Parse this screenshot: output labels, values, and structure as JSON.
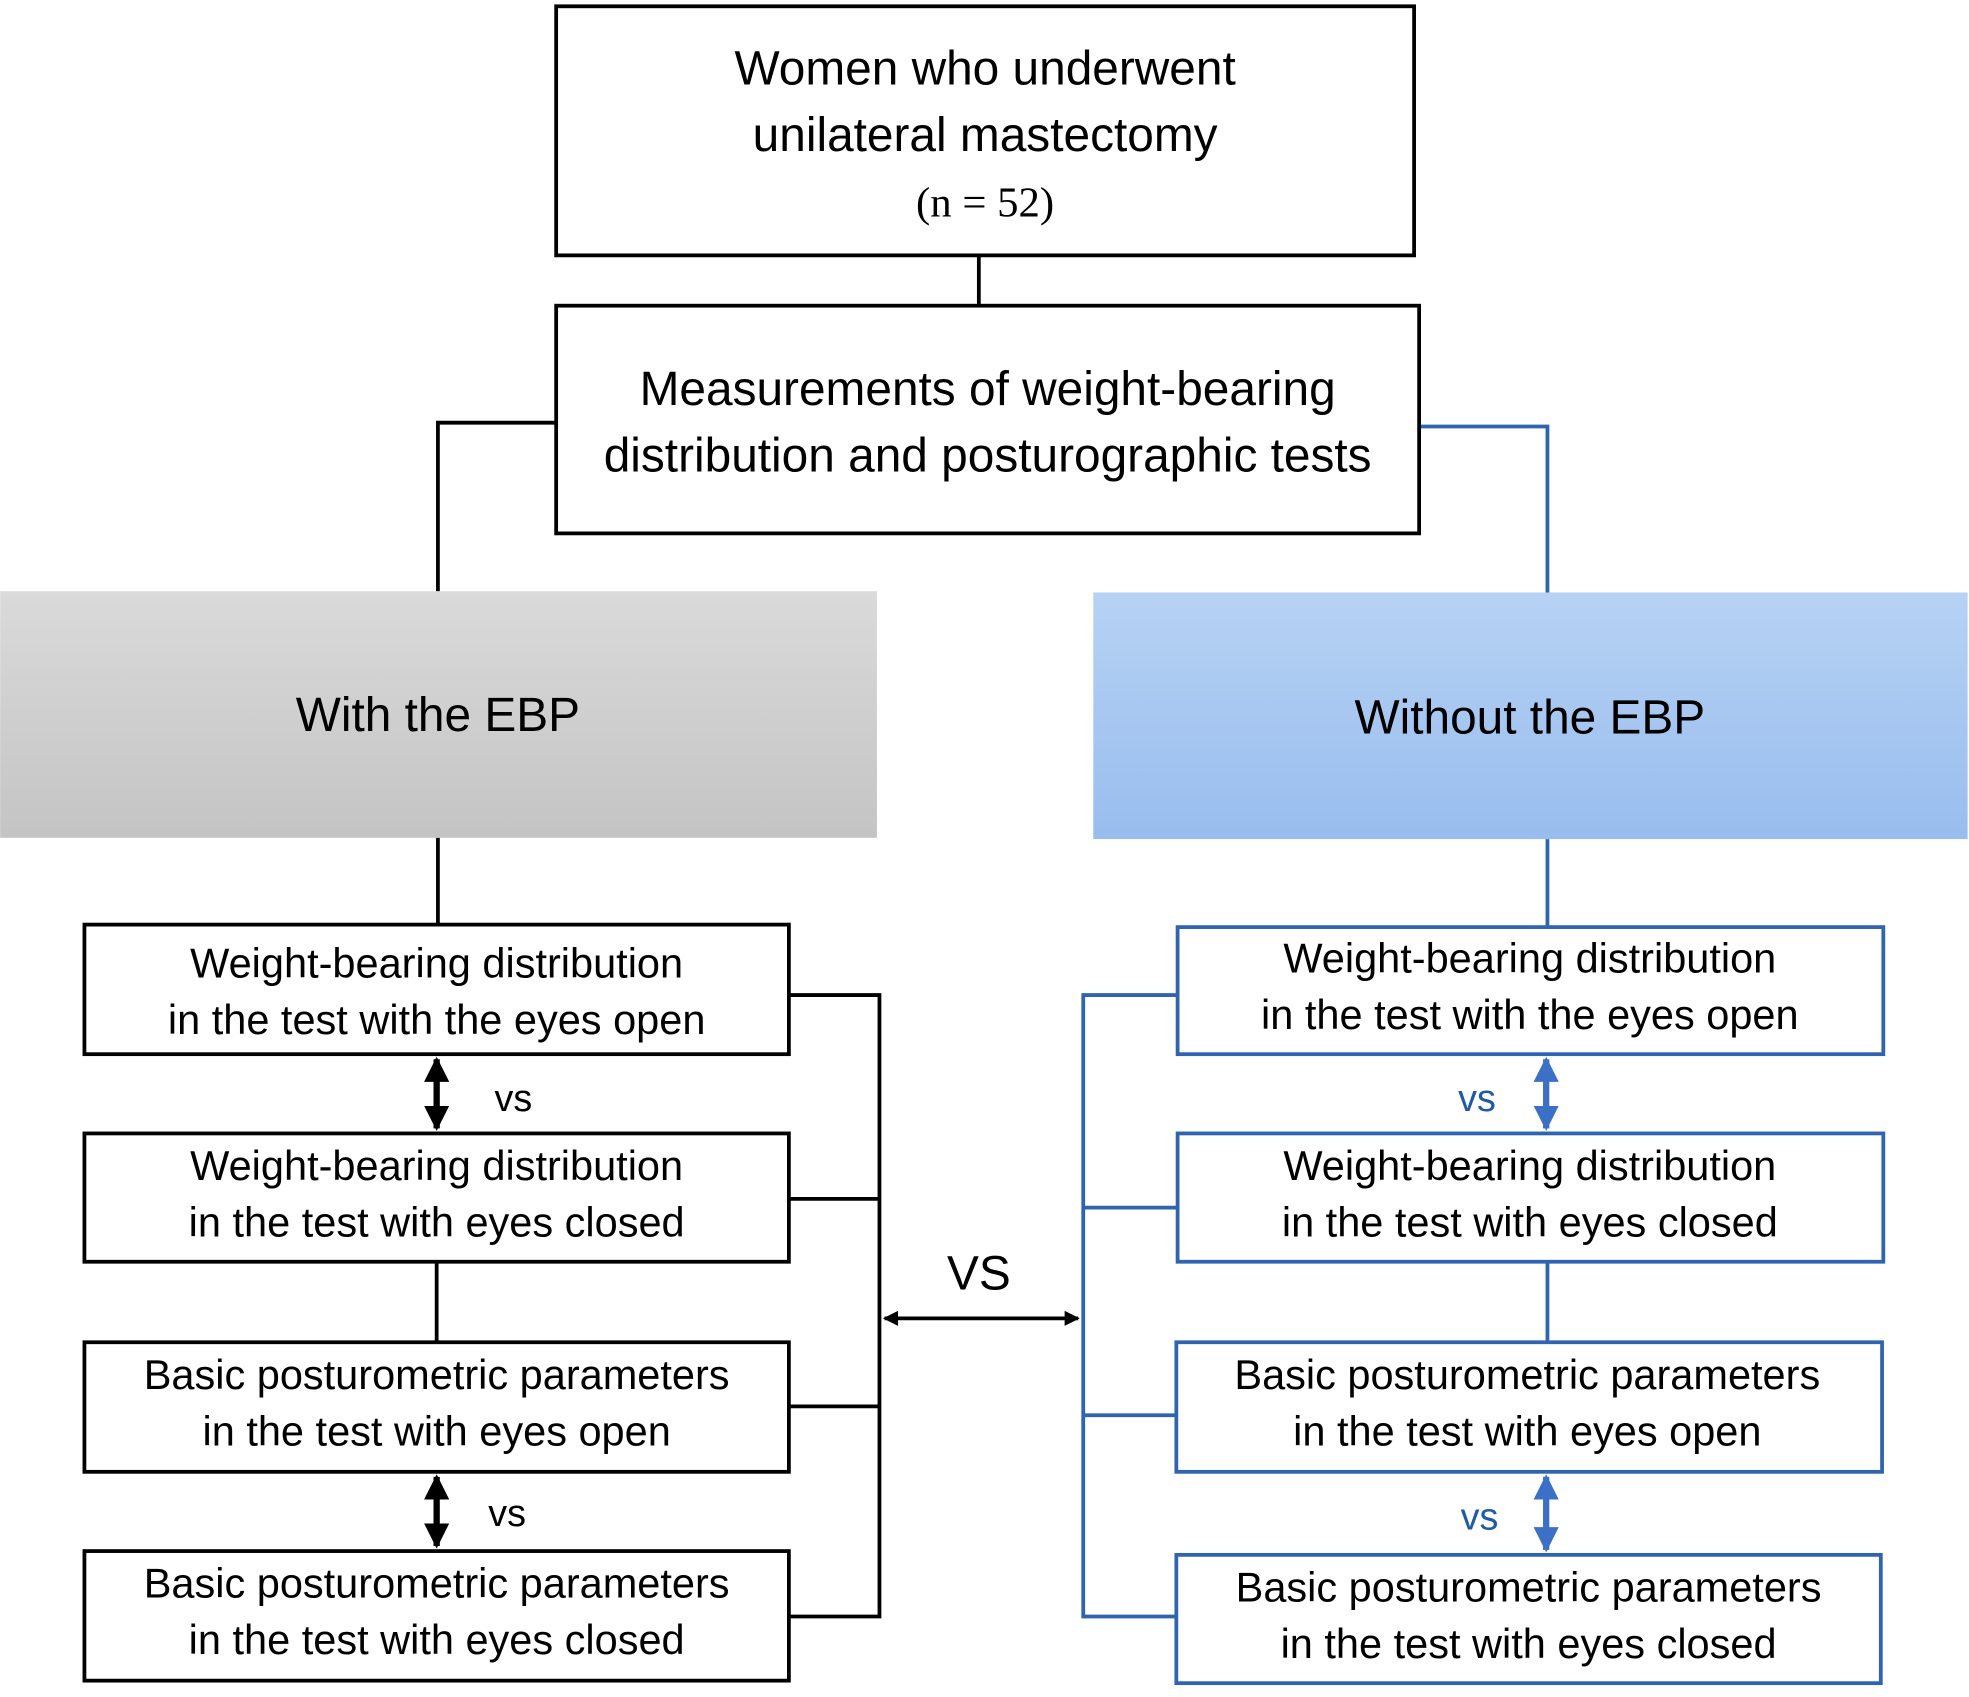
{
  "top_box": {
    "line1": "Women who underwent",
    "line2": "unilateral mastectomy",
    "line3": "(n = 52)"
  },
  "measure_box": {
    "line1": "Measurements of weight-bearing",
    "line2": "distribution and posturographic tests"
  },
  "groups": {
    "with": {
      "label": "With the EBP",
      "color": "#d2d2d2"
    },
    "without": {
      "label": "Without the EBP",
      "color": "#a9c9f0"
    }
  },
  "tests": [
    {
      "line1": "Weight-bearing distribution",
      "line2": "in the test with the eyes open"
    },
    {
      "line1": "Weight-bearing distribution",
      "line2": "in the test with eyes closed"
    },
    {
      "line1": "Basic posturometric parameters",
      "line2": "in the test with eyes open"
    },
    {
      "line1": "Basic posturometric parameters",
      "line2": "in the test with eyes closed"
    }
  ],
  "vs_small": "vs",
  "vs_big": "VS",
  "colors": {
    "left_stroke": "#000000",
    "right_stroke": "#2e64b0",
    "right_vs": "#1f5aa6",
    "right_arrow": "#3c6fc6"
  }
}
